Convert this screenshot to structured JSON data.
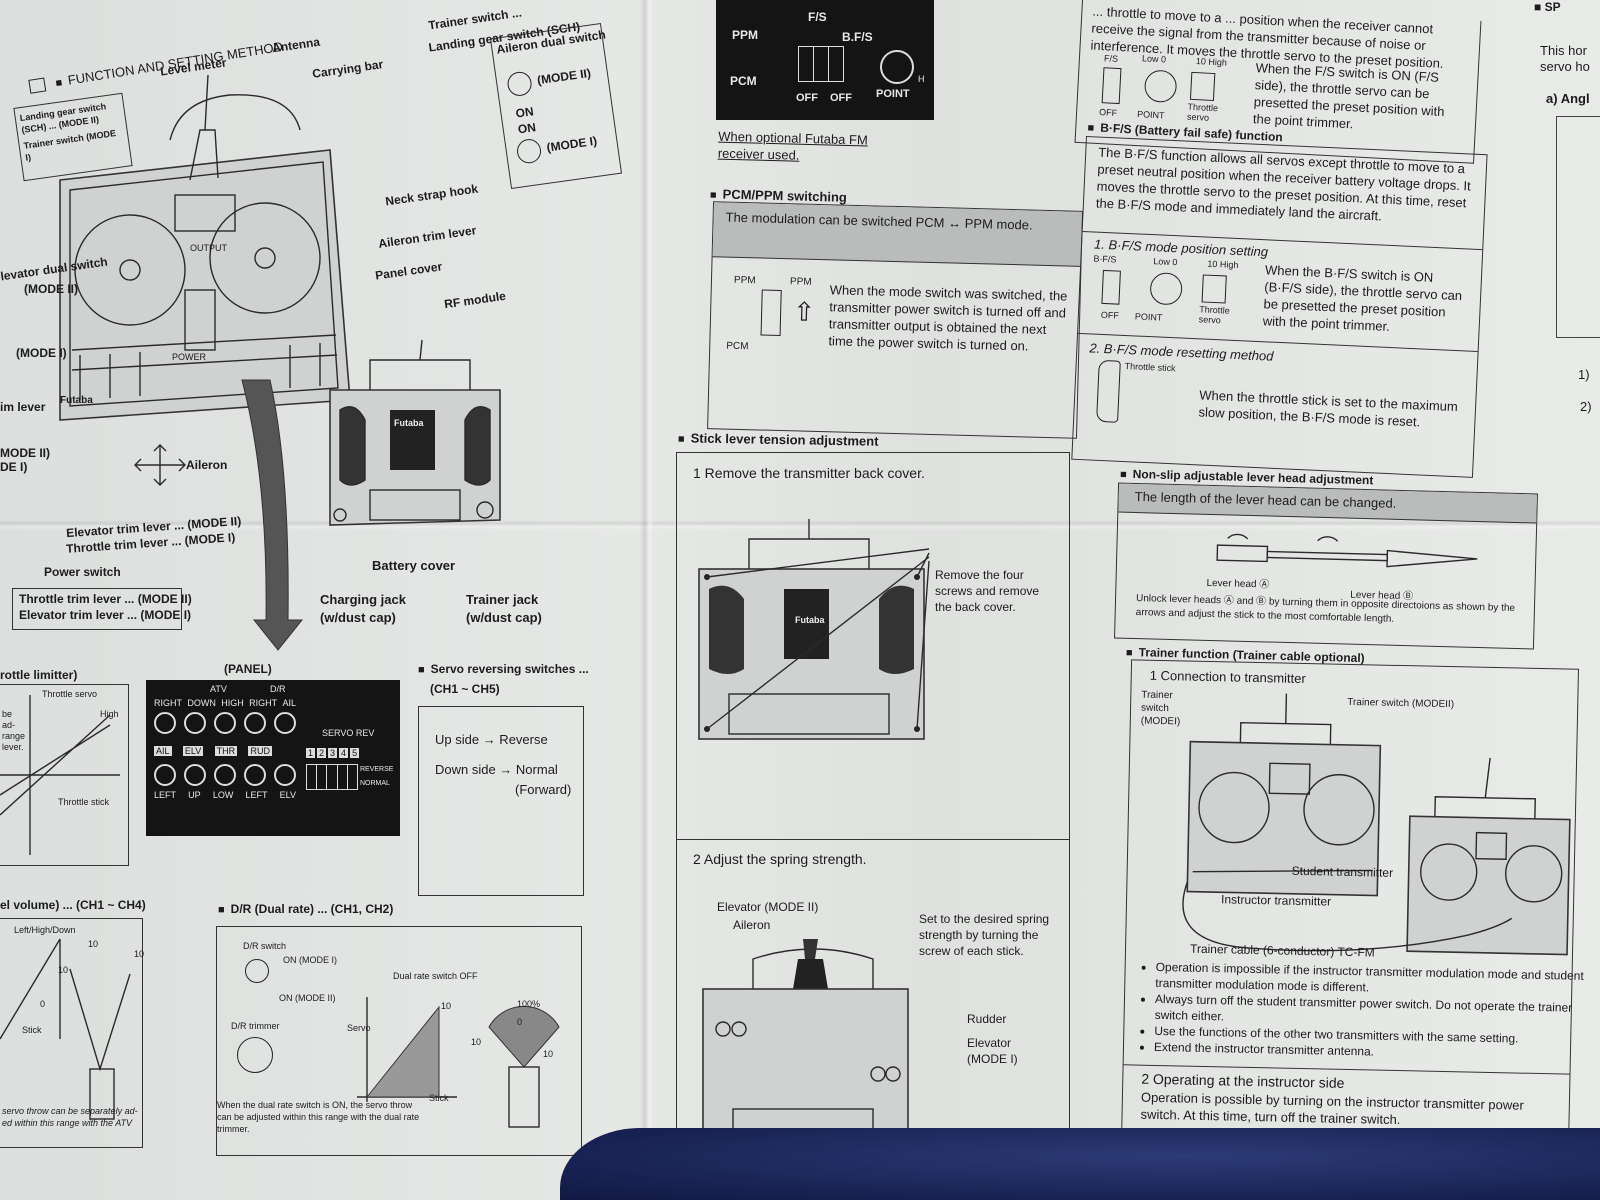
{
  "left_page": {
    "title": "FUNCTION AND SETTING METHOD",
    "labels": {
      "level_meter": "Level meter",
      "antenna": "Antenna",
      "carrying_bar": "Carrying bar",
      "trainer_switch_top": "Trainer switch ...",
      "landing_gear_switch_top": "Landing gear switch (SCH)",
      "landing_gear_mode2": "Landing gear switch (SCH) ... (MODE II)",
      "trainer_switch_mode1": "Trainer switch (MODE I)",
      "aileron_dual_switch": "Aileron dual switch",
      "mode_ii": "(MODE II)",
      "mode_i": "(MODE I)",
      "on1": "ON",
      "on2": "ON",
      "neck_strap_hook": "Neck strap hook",
      "aileron_trim_lever": "Aileron trim lever",
      "panel_cover": "Panel cover",
      "rf_module": "RF module",
      "elevator_dual_switch": "levator dual switch",
      "mode_ii_left": "(MODE II)",
      "mode_i_left": "(MODE I)",
      "in_lever": "im lever",
      "mode_ii_b": "MODE II)",
      "mode_i_b": "DE I)",
      "aileron": "Aileron",
      "elevator_trim_lever": "Elevator trim lever ... (MODE II)",
      "throttle_trim_lever": "Throttle trim lever ... (MODE I)",
      "power_switch": "Power switch",
      "battery_cover": "Battery cover",
      "throttle_trim_mode2": "Throttle trim lever ... (MODE II)",
      "elevator_trim_mode1": "Elevator trim lever ... (MODE I)",
      "charging_jack": "Charging jack",
      "charging_jack_sub": "(w/dust cap)",
      "trainer_jack": "Trainer jack",
      "trainer_jack_sub": "(w/dust cap)",
      "futaba": "Futaba",
      "output": "OUTPUT",
      "power": "POWER"
    },
    "throttle_limiter": {
      "title": "rottle limitter)",
      "throttle_servo": "Throttle servo",
      "high": "High",
      "side_text": "be ad- range lever.",
      "throttle_stick": "Throttle stick"
    },
    "panel": {
      "title": "(PANEL)",
      "atv": "ATV",
      "dr": "D/R",
      "top_labels": [
        "RIGHT",
        "DOWN",
        "HIGH",
        "RIGHT",
        "AIL"
      ],
      "channels": [
        "AIL",
        "ELV",
        "THR",
        "RUD"
      ],
      "bottom_labels": [
        "LEFT",
        "UP",
        "LOW",
        "LEFT",
        "ELV"
      ],
      "servo_rev": "SERVO REV",
      "servo_numbers": [
        "1",
        "2",
        "3",
        "4",
        "5"
      ],
      "reverse": "REVERSE",
      "normal": "NORMAL"
    },
    "servo_reversing": {
      "title": "Servo reversing switches ...",
      "channels": "(CH1 ~ CH5)",
      "up_side": "Up side → Reverse",
      "down_side": "Down side → Normal",
      "forward": "(Forward)"
    },
    "atv": {
      "title": "el volume) ... (CH1 ~ CH4)",
      "left_high_down": "Left/High/Down",
      "stick": "Stick",
      "n0": "0",
      "n10a": "10",
      "n10b": "10",
      "n10c": "10",
      "note": "servo throw can be separately ad- ed within this range with the ATV"
    },
    "dual_rate": {
      "title": "D/R (Dual rate) ... (CH1, CH2)",
      "dr_switch": "D/R switch",
      "on_mode1": "ON (MODE I)",
      "on_mode2": "ON (MODE II)",
      "dr_trimmer": "D/R trimmer",
      "dual_rate_off": "Dual rate switch OFF",
      "percent": "100%",
      "servo": "Servo",
      "stick": "Stick",
      "n10a": "10",
      "n10b": "10",
      "n10c": "10",
      "n0": "0",
      "note": "When the dual rate switch is ON, the servo throw can be adjusted within this range with the dual rate trimmer."
    }
  },
  "right_page": {
    "top_panel": {
      "fs": "F/S",
      "bfs": "B.F/S",
      "ppm": "PPM",
      "pcm": "PCM",
      "off1": "OFF",
      "off2": "OFF",
      "point": "POINT",
      "h": "H"
    },
    "fm_note": "When optional Futaba FM receiver used.",
    "pcm_ppm": {
      "title": "PCM/PPM switching",
      "intro": "The modulation can be switched PCM ↔ PPM mode.",
      "ppm_a": "PPM",
      "ppm_b": "PPM",
      "pcm": "PCM",
      "body": "When the mode switch was switched, the transmitter power switch is turned off and transmitter output is obtained the next time the power switch is turned on."
    },
    "fs_section": {
      "intro": "... throttle to move to a ... position when the receiver cannot receive the signal from the transmitter because of noise or interference. It moves the throttle servo to the preset position.",
      "fs": "F/S",
      "low": "Low 0",
      "high": "10 High",
      "off": "OFF",
      "point": "POINT",
      "throttle_servo": "Throttle servo",
      "body": "When the F/S switch is ON (F/S side), the throttle servo can be presetted the preset position with the point trimmer."
    },
    "bfs": {
      "title": "B·F/S (Battery fail safe) function",
      "body": "The B·F/S function allows all servos except throttle to move to a preset neutral position when the receiver battery voltage drops. It moves the throttle servo to the preset position. At this time, reset the B·F/S mode and immediately land the aircraft.",
      "step1": "1. B·F/S mode position setting",
      "bfs_label": "B·F/S",
      "low": "Low 0",
      "high": "10 High",
      "off": "OFF",
      "point": "POINT",
      "throttle_servo": "Throttle servo",
      "step1_body": "When the B·F/S switch is ON (B·F/S side), the throttle servo can be presetted the preset position with the point trimmer.",
      "step2": "2. B·F/S mode resetting method",
      "throttle_stick": "Throttle stick",
      "step2_body": "When the throttle stick is set to the maximum slow position, the B·F/S mode is reset."
    },
    "stick_tension": {
      "title": "Stick lever tension adjustment",
      "step1": "1  Remove the transmitter back cover.",
      "step1_note": "Remove the four screws and remove the back cover.",
      "futaba": "Futaba",
      "step2": "2  Adjust the spring strength.",
      "elevator_mode2": "Elevator (MODE II)",
      "aileron": "Aileron",
      "step2_note": "Set to the desired spring strength by turning the screw of each stick.",
      "rudder": "Rudder",
      "elevator_mode1": "Elevator (MODE I)"
    },
    "non_slip": {
      "title": "Non-slip adjustable lever head adjustment",
      "intro": "The length of the lever head can be changed.",
      "lever_a": "Lever head Ⓐ",
      "lever_b": "Lever head Ⓑ",
      "body": "Unlock lever heads Ⓐ and Ⓑ by turning them in opposite directoions as shown by the arrows and adjust the stick to the most comfortable length."
    },
    "trainer": {
      "title": "Trainer function (Trainer cable optional)",
      "step1": "1  Connection to transmitter",
      "trainer_switch_mode1": "Trainer switch (MODEI)",
      "trainer_switch_mode2": "Trainer switch (MODEII)",
      "student_tx": "Student transmitter",
      "instructor_tx": "Instructor transmitter",
      "cable": "Trainer cable (6-conductor) TC-FM",
      "bullets": [
        "Operation is impossible if the instructor transmitter modulation mode and student transmitter modulation mode is different.",
        "Always turn off the student transmitter power switch. Do not operate the trainer switch either.",
        "Use the functions of the other two transmitters with the same setting.",
        "Extend the instructor transmitter antenna."
      ],
      "step2": "2  Operating at the instructor side",
      "step2_body": "Operation is possible by turning on the instructor transmitter power switch. At this time, turn off the trainer switch."
    },
    "edge": {
      "sp": "■ SP",
      "this_hor": "This hor",
      "servo_ho": "servo ho",
      "angl": "a)  Angl",
      "n1": "1)",
      "n2": "2)"
    }
  }
}
